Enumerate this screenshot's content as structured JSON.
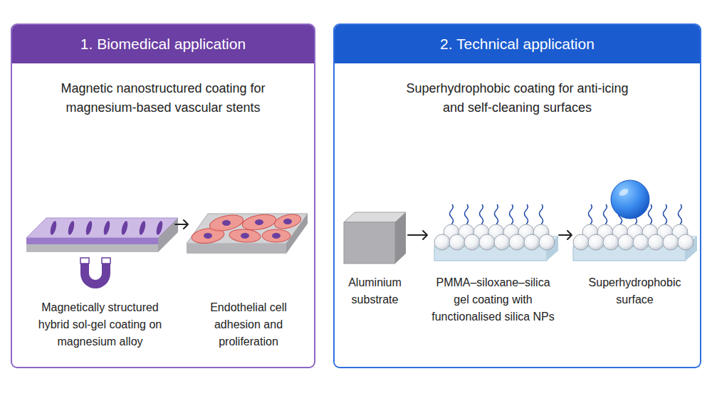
{
  "diagram": {
    "nodes": [
      {
        "text": [
          "1. Biomedical application",
          "Magnetic nanostructured coating for magnesium-based vascular stents"
        ]
      },
      {
        "text": [
          "Magnetically structured hybrid sol-gel coating on magnesium alloy"
        ],
        "in": 0
      },
      {
        "text": [
          "Endothelial cell adhesion and proliferation"
        ],
        "in": 0
      },
      {
        "text": [
          "2. Technical application",
          "Superhydrophobic coating for anti-icing and self-cleaning surfaces"
        ]
      },
      {
        "text": [
          "Aluminium substrate"
        ],
        "in": 3
      },
      {
        "text": [
          "PMMA–siloxane–silica gel coating with functionalised silica NPs"
        ],
        "in": 3
      },
      {
        "text": [
          "Superhydrophobic surface"
        ],
        "in": 3
      }
    ],
    "edges": [
      {
        "from": 1,
        "to": 2,
        "arrow": "to"
      },
      {
        "from": 4,
        "to": 5,
        "arrow": "to"
      },
      {
        "from": 5,
        "to": 6,
        "arrow": "to"
      }
    ]
  }
}
